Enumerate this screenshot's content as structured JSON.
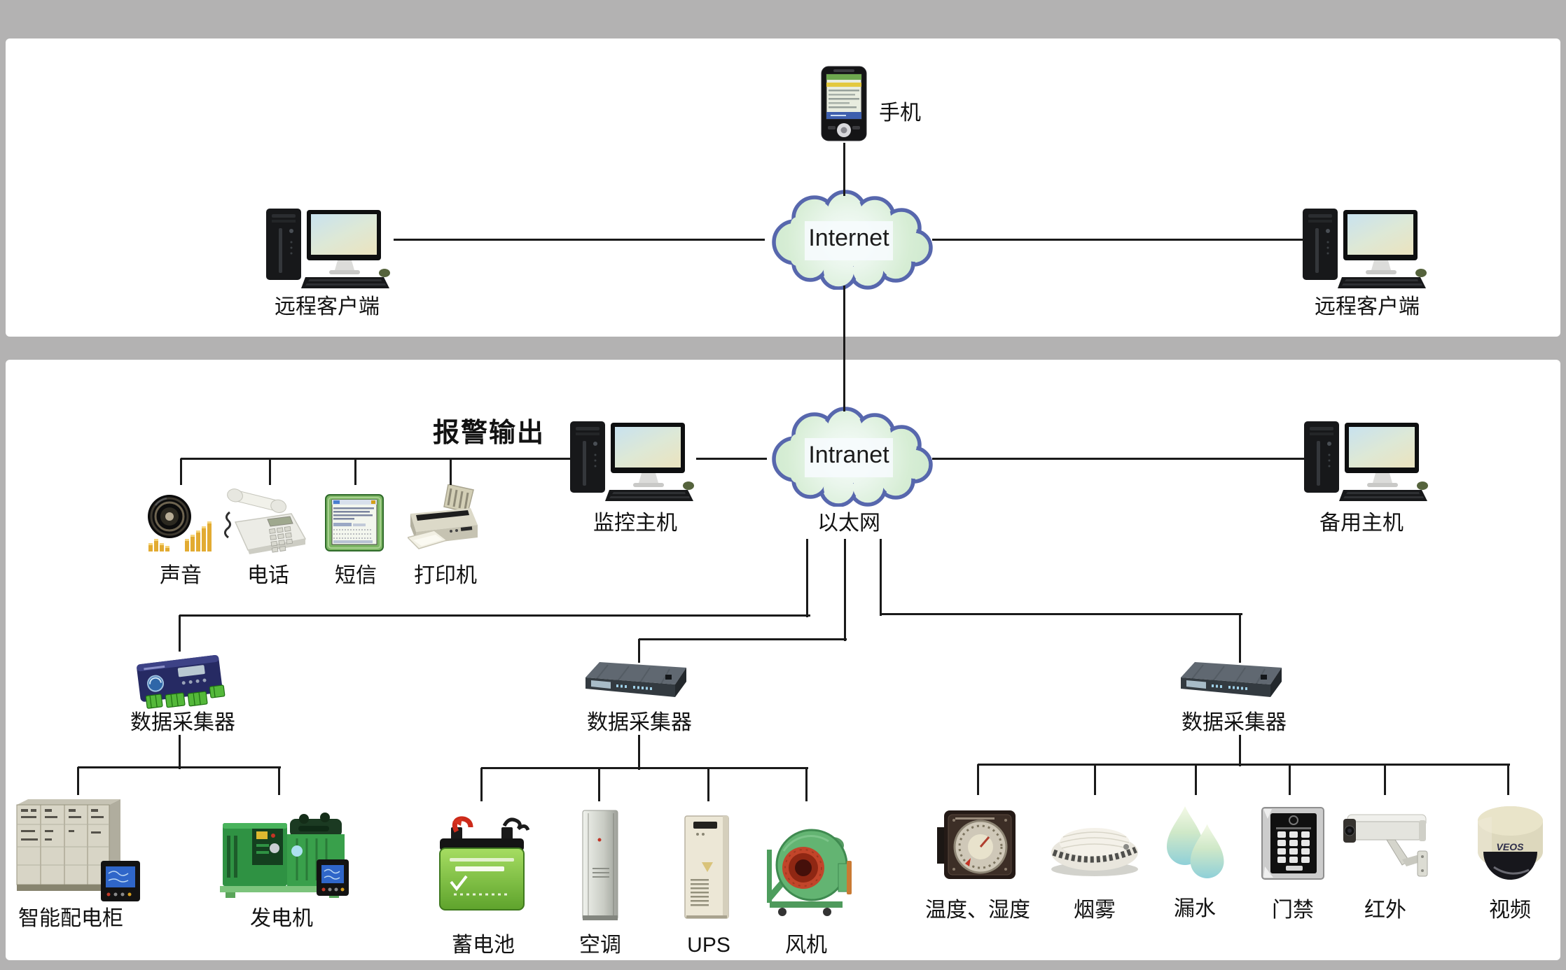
{
  "labels": {
    "mobile": "手机",
    "internet": "Internet",
    "remote_client_left": "远程客户端",
    "remote_client_right": "远程客户端",
    "alarm_output": "报警输出",
    "monitor_host": "监控主机",
    "intranet": "Intranet",
    "ethernet": "以太网",
    "backup_host": "备用主机",
    "sound": "声音",
    "telephone": "电话",
    "sms": "短信",
    "printer": "打印机",
    "collector_left": "数据采集器",
    "collector_middle": "数据采集器",
    "collector_right": "数据采集器",
    "power_cabinet": "智能配电柜",
    "generator": "发电机",
    "battery": "蓄电池",
    "air_conditioner": "空调",
    "ups": "UPS",
    "fan": "风机",
    "temp_humidity": "温度、湿度",
    "smoke": "烟雾",
    "water_leak": "漏水",
    "door_access": "门禁",
    "infrared": "红外",
    "video": "视频",
    "dome_brand": "VEOS"
  },
  "colors": {
    "background": "#b3b2b2",
    "panel": "#ffffff",
    "line": "#1a1a1a",
    "cloud_border": "#5767ad",
    "cloud_fill": "#d9efd8"
  }
}
